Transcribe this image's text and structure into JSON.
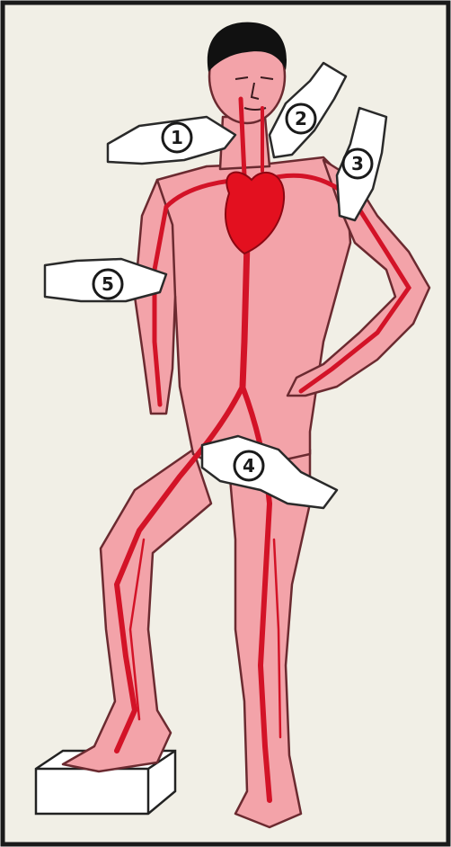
{
  "colors": {
    "background": "#f1efe6",
    "border": "#1a1a1a",
    "skin": "#f3a3a9",
    "skin_outline": "#6b2a30",
    "artery": "#d31327",
    "heart": "#e3101f",
    "hair": "#111111",
    "glove": "#ffffff",
    "glove_outline": "#2a2a2a"
  },
  "markers": [
    {
      "id": "m1",
      "label": "1",
      "name": "carotid-pulse-point-marker"
    },
    {
      "id": "m2",
      "label": "2",
      "name": "subclavian-pulse-point-marker"
    },
    {
      "id": "m3",
      "label": "3",
      "name": "brachial-pulse-point-marker"
    },
    {
      "id": "m4",
      "label": "4",
      "name": "femoral-pulse-point-marker"
    },
    {
      "id": "m5",
      "label": "5",
      "name": "axillary-pulse-point-marker"
    }
  ]
}
